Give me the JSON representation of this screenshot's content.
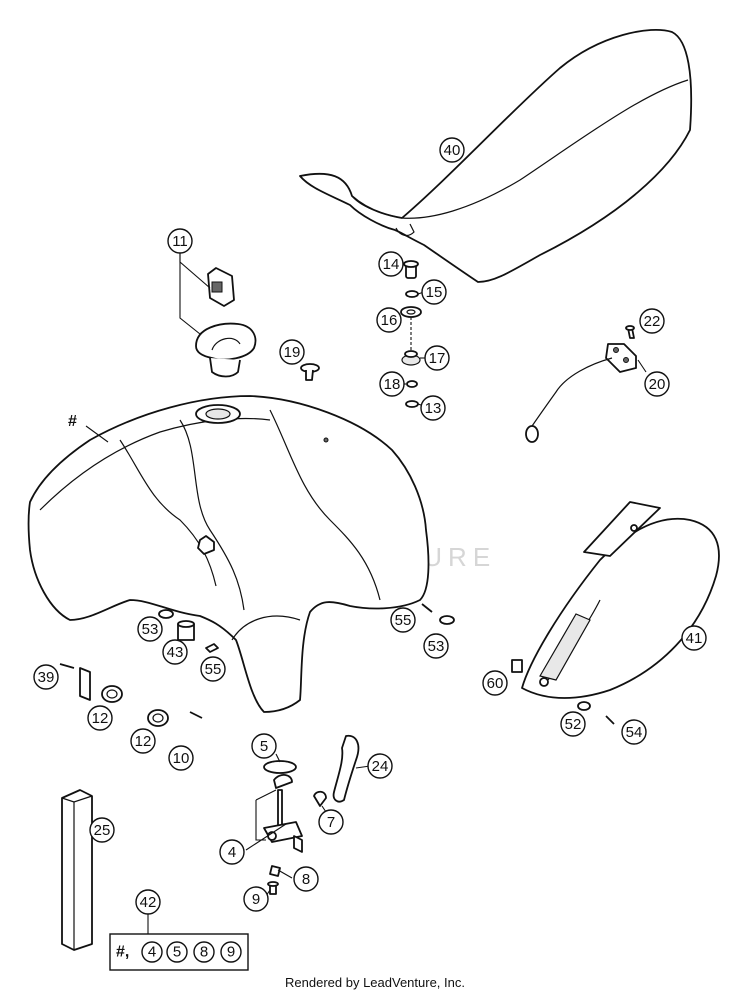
{
  "diagram": {
    "callouts": [
      {
        "id": "c40",
        "label": "40"
      },
      {
        "id": "c11",
        "label": "11"
      },
      {
        "id": "c14",
        "label": "14"
      },
      {
        "id": "c15",
        "label": "15"
      },
      {
        "id": "c16",
        "label": "16"
      },
      {
        "id": "c17",
        "label": "17"
      },
      {
        "id": "c18",
        "label": "18"
      },
      {
        "id": "c13",
        "label": "13"
      },
      {
        "id": "c19",
        "label": "19"
      },
      {
        "id": "c22",
        "label": "22"
      },
      {
        "id": "c20",
        "label": "20"
      },
      {
        "id": "c53a",
        "label": "53"
      },
      {
        "id": "c43",
        "label": "43"
      },
      {
        "id": "c55a",
        "label": "55"
      },
      {
        "id": "c55b",
        "label": "55"
      },
      {
        "id": "c53b",
        "label": "53"
      },
      {
        "id": "c41",
        "label": "41"
      },
      {
        "id": "c39",
        "label": "39"
      },
      {
        "id": "c12a",
        "label": "12"
      },
      {
        "id": "c12b",
        "label": "12"
      },
      {
        "id": "c10",
        "label": "10"
      },
      {
        "id": "c60",
        "label": "60"
      },
      {
        "id": "c52",
        "label": "52"
      },
      {
        "id": "c54",
        "label": "54"
      },
      {
        "id": "c5",
        "label": "5"
      },
      {
        "id": "c24",
        "label": "24"
      },
      {
        "id": "c7",
        "label": "7"
      },
      {
        "id": "c25",
        "label": "25"
      },
      {
        "id": "c4",
        "label": "4"
      },
      {
        "id": "c8",
        "label": "8"
      },
      {
        "id": "c9",
        "label": "9"
      },
      {
        "id": "c42",
        "label": "42"
      }
    ],
    "hash_label": "#",
    "kit_box": {
      "prefix": "#,",
      "items": [
        "4",
        "5",
        "8",
        "9"
      ]
    },
    "watermark": "LEADVENTURE",
    "footer": "Rendered by LeadVenture, Inc."
  }
}
